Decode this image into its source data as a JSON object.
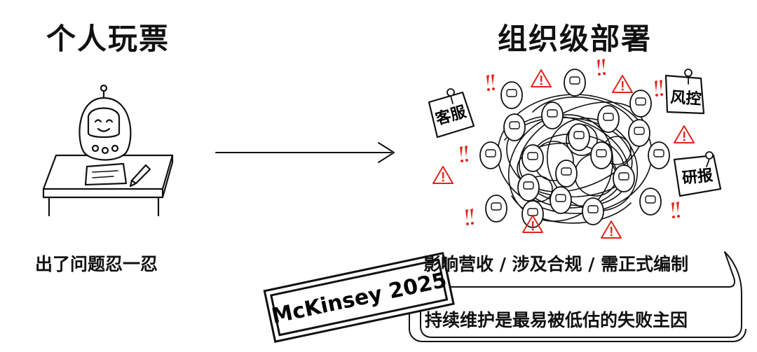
{
  "left": {
    "title": "个人玩票",
    "caption": "出了问题忍一忍"
  },
  "right": {
    "title": "组织级部署",
    "caption": "影响营收 / 涉及合规 / 需正式编制",
    "notes": [
      "客服",
      "风控",
      "研报"
    ]
  },
  "callout": {
    "stamp": "McKinsey 2025",
    "bubble": "持续维护是最易被低估的失败主因"
  },
  "colors": {
    "ink": "#111111",
    "warning": "#e0261b"
  },
  "icons": [
    "robot-icon",
    "pencil-icon",
    "arrow-right-icon",
    "warning-triangle-icon",
    "exclamation-icon",
    "pushpin-icon"
  ]
}
